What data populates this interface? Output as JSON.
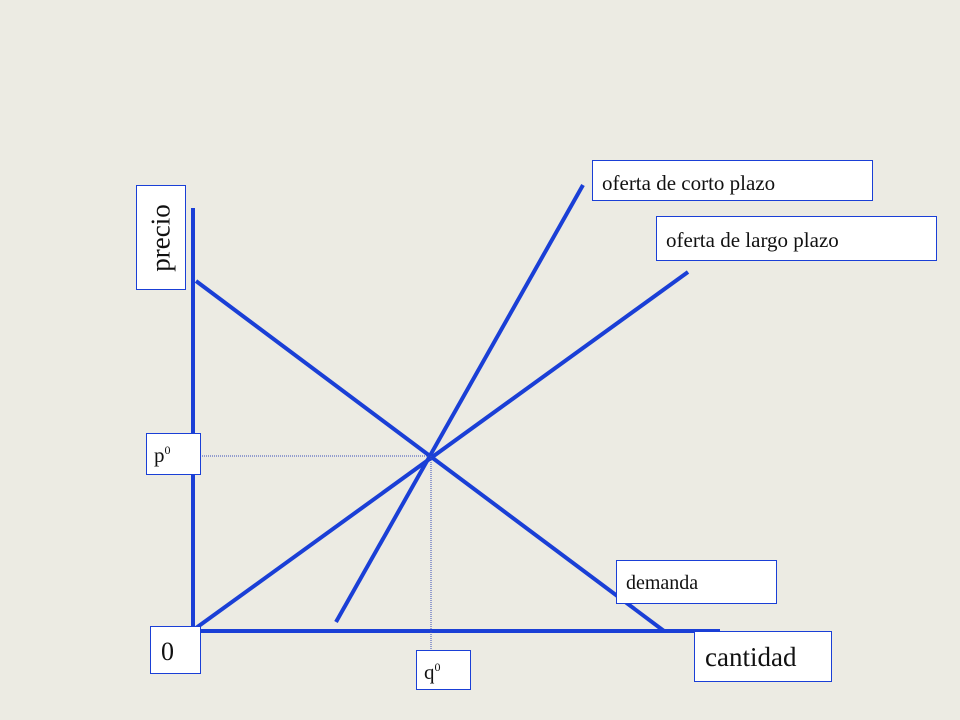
{
  "labels": {
    "price_axis": "precio",
    "quantity_axis": "cantidad",
    "origin": "0",
    "short_run_supply": "oferta de corto plazo",
    "long_run_supply": "oferta de largo plazo",
    "demand": "demanda",
    "p0_base": "p",
    "p0_sub": "0",
    "q0_base": "q",
    "q0_sub": "0"
  },
  "colors": {
    "background": "#ecebe3",
    "lines": "#1a3fd6",
    "guides": "#3a4db8"
  }
}
